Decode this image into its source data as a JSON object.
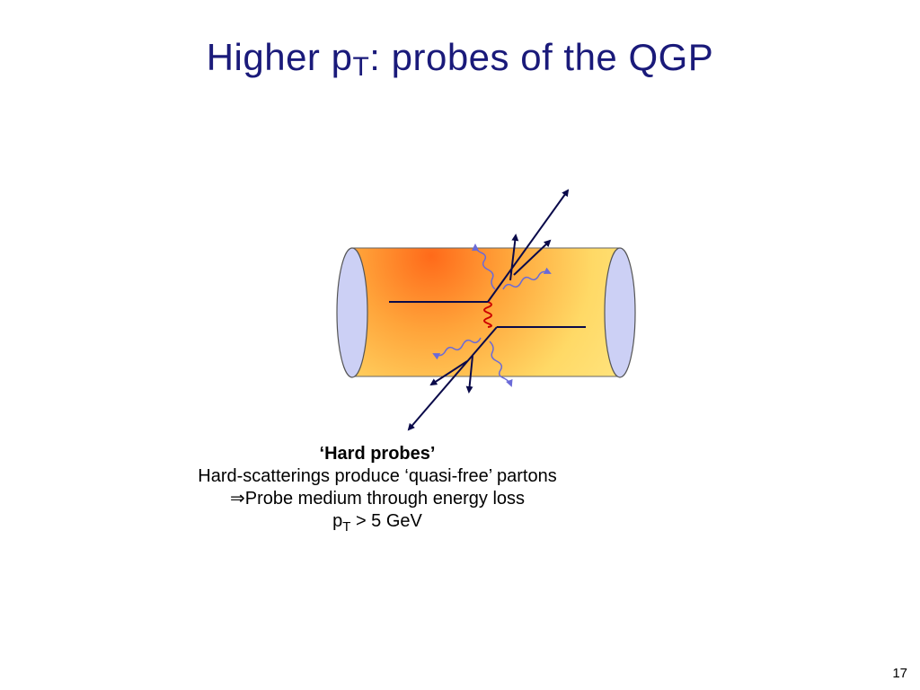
{
  "slide": {
    "title": {
      "main": "Higher p",
      "subscript": "T",
      "rest": ": probes of the QGP"
    },
    "caption": {
      "heading": "‘Hard probes’",
      "line1": "Hard-scatterings produce ‘quasi-free’ partons",
      "line2": "⇒Probe medium through energy loss",
      "line3_main": "p",
      "line3_subscript": "T",
      "line3_rest": " > 5 GeV"
    },
    "page_number": "17"
  },
  "colors": {
    "title": "#1a1a7a",
    "medium_fill": "#ffd966",
    "hot_spot": "#ff6a1a",
    "end_caps": "#ccd0f5",
    "parton_lines": "#0a0a4a",
    "gluon_lines": "#6a6ad8",
    "exchange_line": "#cc0000"
  }
}
